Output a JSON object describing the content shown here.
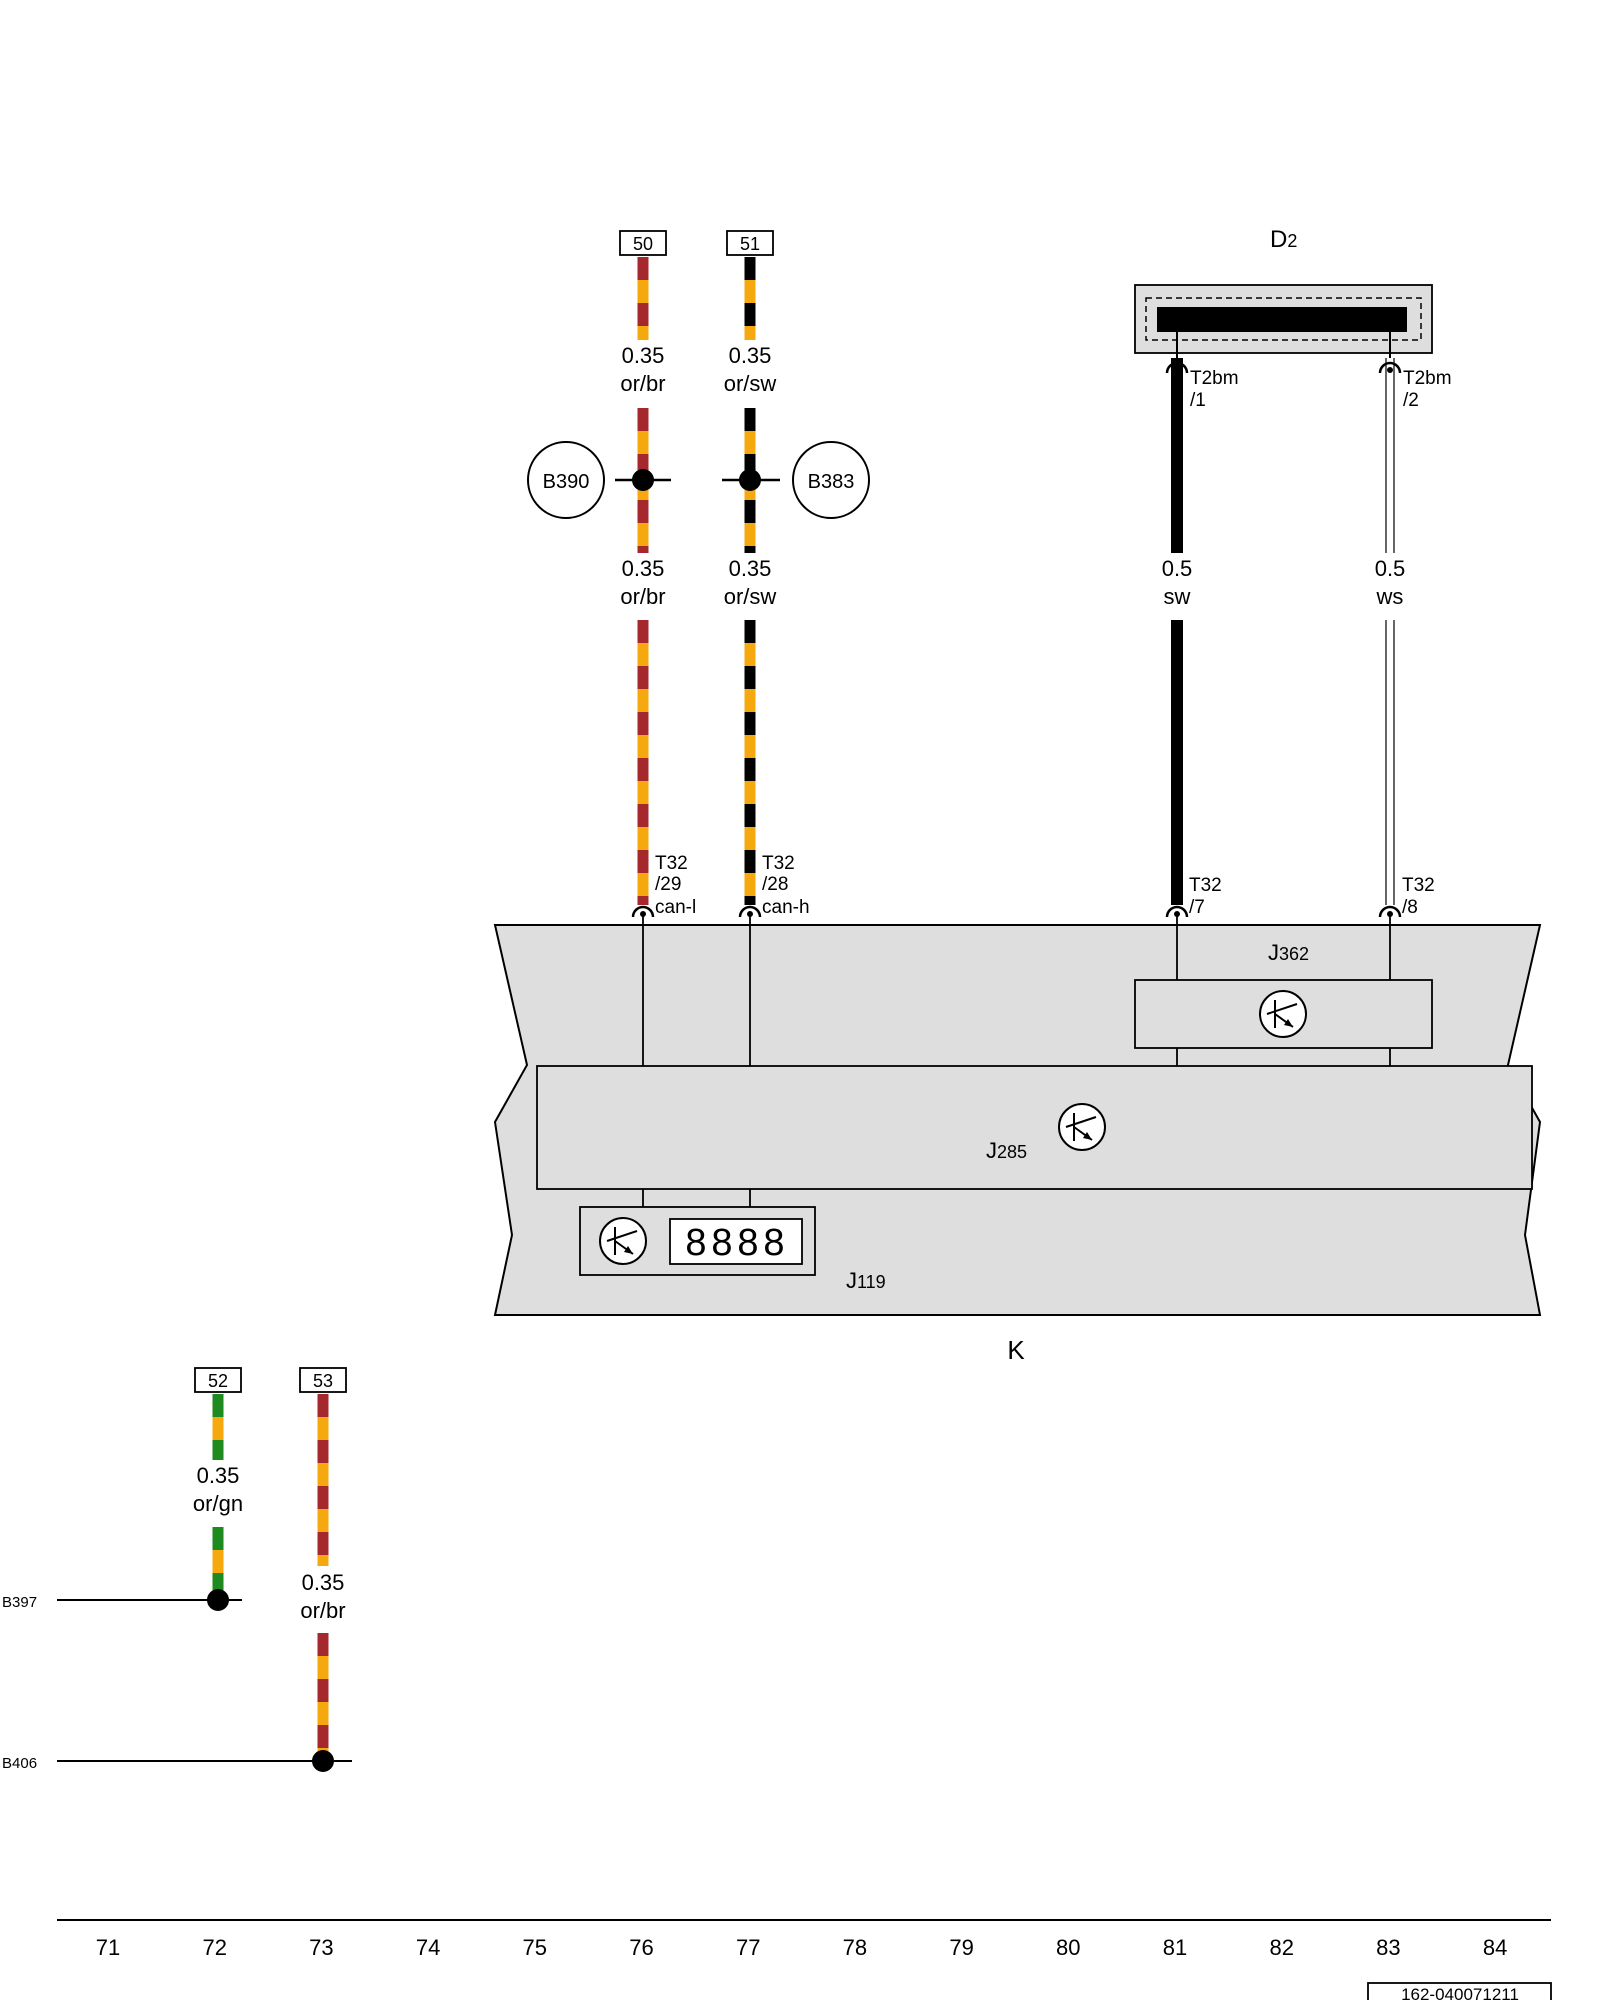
{
  "colors": {
    "or": "#f5a90f",
    "br": "#a4282c",
    "sw": "#000000",
    "gn": "#1f8a1f",
    "ws": "#ffffff",
    "module_fill": "#dedede"
  },
  "pins": {
    "p50": "50",
    "p51": "51",
    "p52": "52",
    "p53": "53"
  },
  "wires": {
    "w50": {
      "gauge": "0.35",
      "color": "or/br"
    },
    "w51": {
      "gauge": "0.35",
      "color": "or/sw"
    },
    "w81": {
      "gauge": "0.5",
      "color": "sw"
    },
    "w83": {
      "gauge": "0.5",
      "color": "ws"
    },
    "w72": {
      "gauge": "0.35",
      "color": "or/gn"
    },
    "w73": {
      "gauge": "0.35",
      "color": "or/br"
    }
  },
  "splices": {
    "b390": "B390",
    "b383": "B383",
    "b397": "B397",
    "b406": "B406"
  },
  "components": {
    "d2": {
      "letter": "D",
      "sub": "2"
    },
    "j362": {
      "letter": "J",
      "sub": "362"
    },
    "j285": {
      "letter": "J",
      "sub": "285"
    },
    "j119": {
      "letter": "J",
      "sub": "119"
    },
    "k": "K"
  },
  "connectors": {
    "t32_29": {
      "name": "T32",
      "pin": "/29",
      "signal": "can-l"
    },
    "t32_28": {
      "name": "T32",
      "pin": "/28",
      "signal": "can-h"
    },
    "t32_7": {
      "name": "T32",
      "pin": "/7"
    },
    "t32_8": {
      "name": "T32",
      "pin": "/8"
    },
    "t2bm_1": {
      "name": "T2bm",
      "pin": "/1"
    },
    "t2bm_2": {
      "name": "T2bm",
      "pin": "/2"
    }
  },
  "lcd_digits": [
    "8",
    "8",
    "8",
    "8"
  ],
  "grid_columns": [
    "71",
    "72",
    "73",
    "74",
    "75",
    "76",
    "77",
    "78",
    "79",
    "80",
    "81",
    "82",
    "83",
    "84"
  ],
  "diagram_code": "162-040071211"
}
